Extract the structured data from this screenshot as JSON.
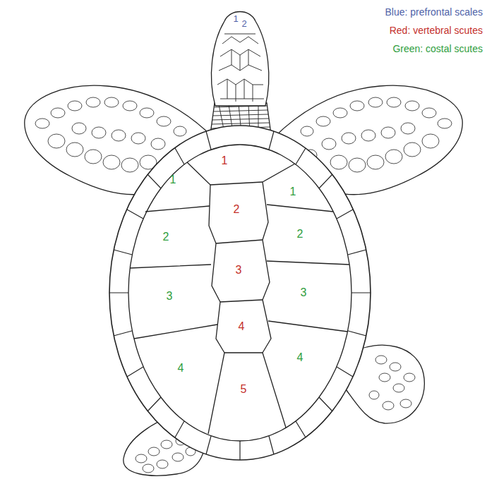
{
  "diagram": {
    "labels": [
      "Blue: prefrontal scales",
      "Red: vertebral scutes",
      "Green: costal scutes",
      "1",
      "2",
      "1",
      "1",
      "1",
      "2",
      "2",
      "2",
      "3",
      "3",
      "3",
      "4",
      "4",
      "4",
      "5"
    ]
  }
}
